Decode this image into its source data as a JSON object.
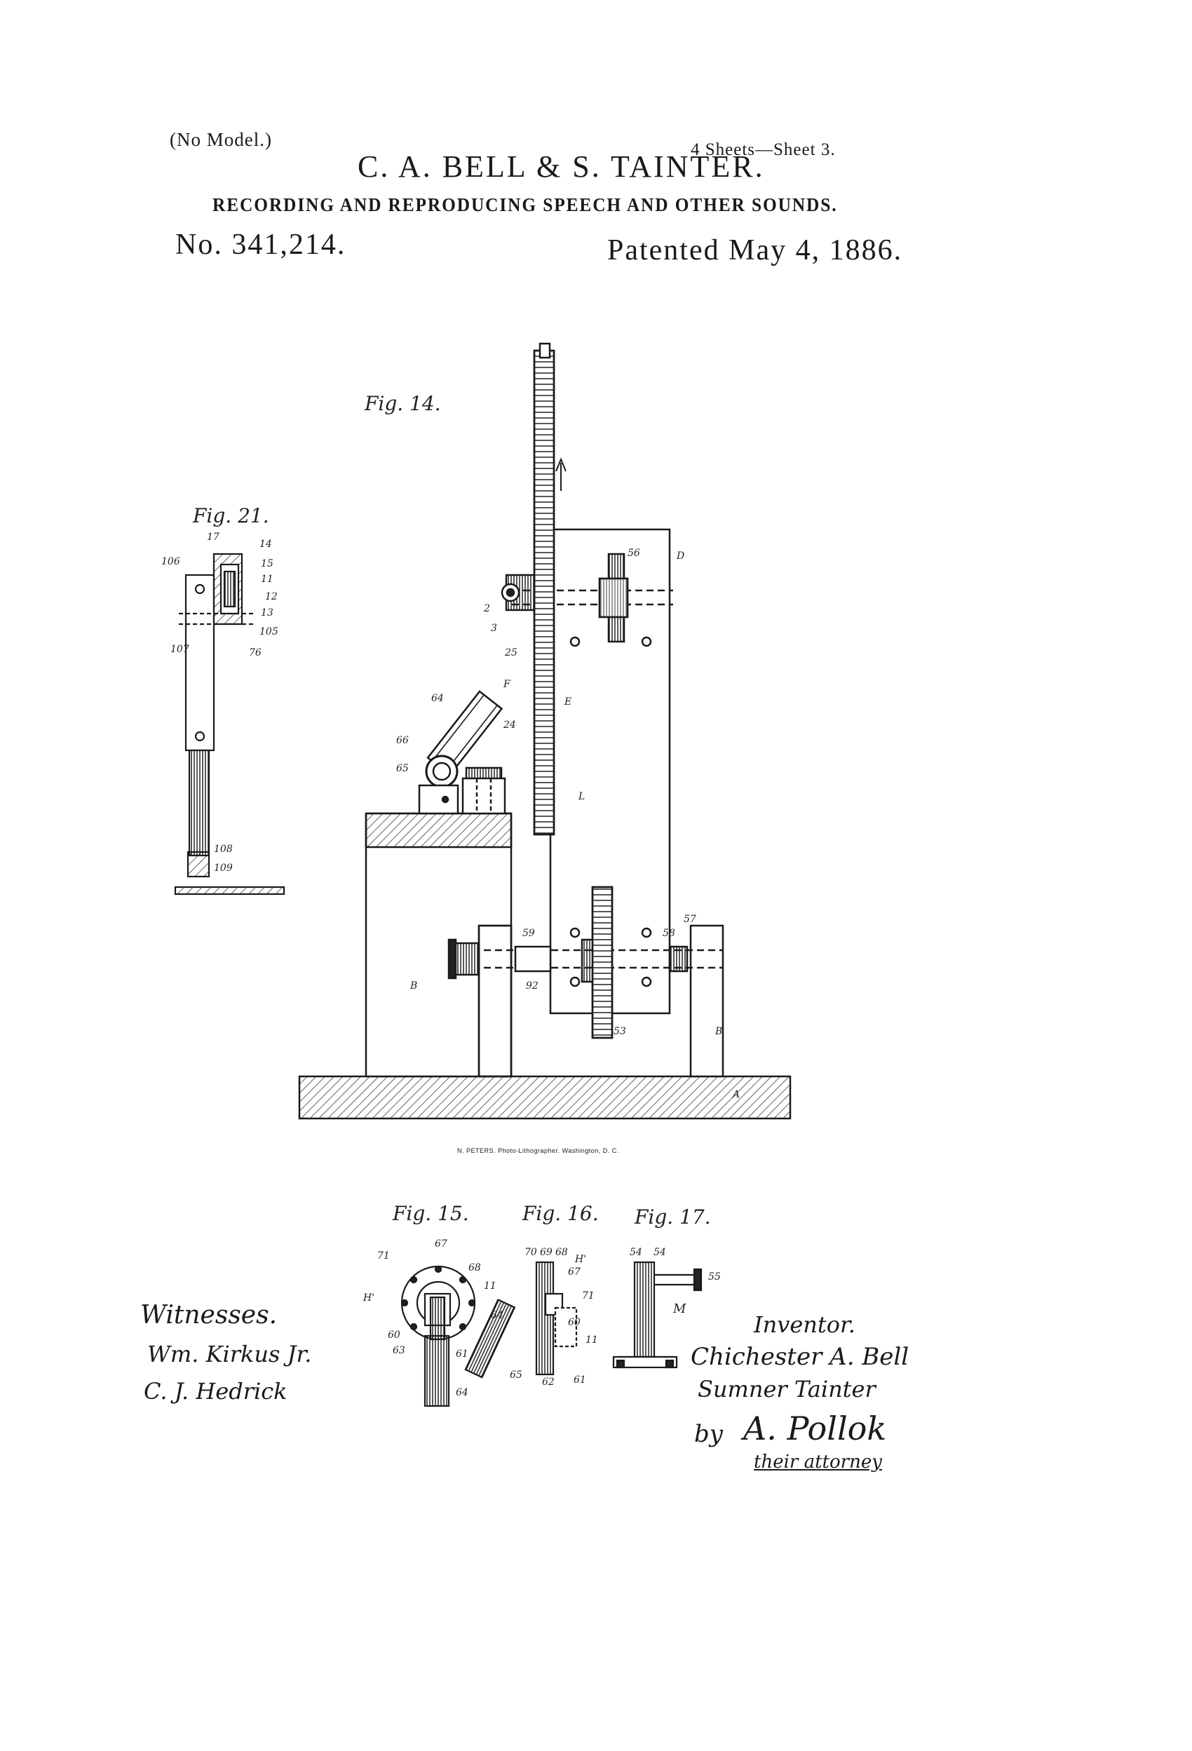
{
  "header": {
    "no_model": "(No Model.)",
    "inventors": "C. A. BELL & S. TAINTER.",
    "sheet": "4 Sheets—Sheet 3.",
    "title": "RECORDING AND REPRODUCING SPEECH AND OTHER SOUNDS.",
    "patent_number": "No. 341,214.",
    "patent_date": "Patented May 4, 1886."
  },
  "figures": {
    "fig14": "Fig. 14.",
    "fig15": "Fig. 15.",
    "fig16": "Fig. 16.",
    "fig17": "Fig. 17.",
    "fig21": "Fig. 21."
  },
  "labels": {
    "fig14": [
      "2",
      "3",
      "25",
      "56",
      "D",
      "F",
      "E",
      "24",
      "64",
      "66",
      "65",
      "L",
      "59",
      "58",
      "57",
      "92",
      "53",
      "B",
      "B",
      "A"
    ],
    "fig21": [
      "17",
      "14",
      "15",
      "11",
      "12",
      "13",
      "105",
      "76",
      "106",
      "107",
      "108",
      "109"
    ],
    "fig15": [
      "71",
      "67",
      "68",
      "H'",
      "11",
      "60",
      "63",
      "61",
      "64"
    ],
    "fig16": [
      "70",
      "69",
      "68",
      "H'",
      "67",
      "71",
      "64",
      "60",
      "11",
      "65",
      "62",
      "61"
    ],
    "fig17": [
      "54",
      "54",
      "55",
      "M"
    ]
  },
  "witnesses": {
    "heading": "Witnesses.",
    "names": [
      "Wm. Kirkus Jr.",
      "C. J. Hedrick"
    ]
  },
  "inventor_block": {
    "heading": "Inventor.",
    "names": [
      "Chichester A. Bell",
      "Sumner Tainter"
    ],
    "by": "by",
    "attorney": "A. Pollok",
    "attorney_role": "their attorney"
  },
  "printer_credit": "N. PETERS. Photo-Lithographer. Washington, D. C."
}
